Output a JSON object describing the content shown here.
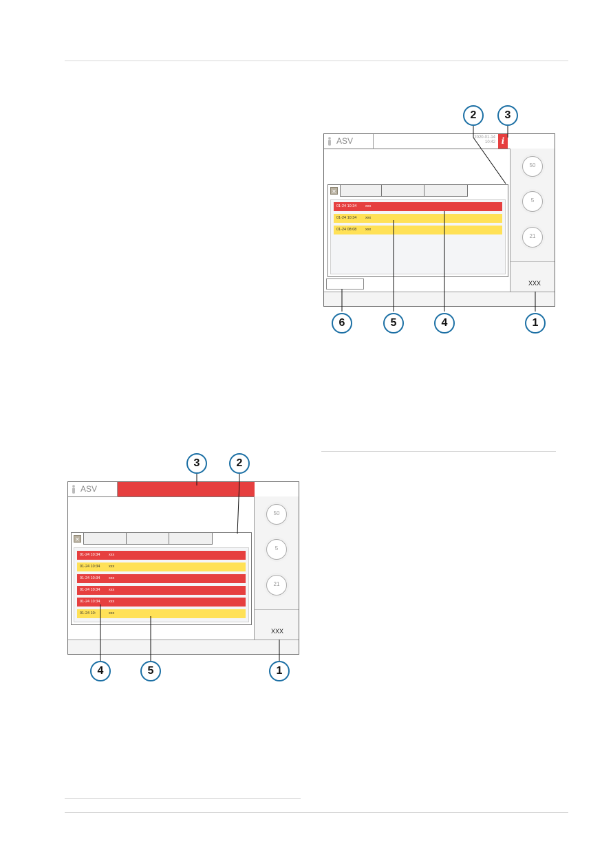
{
  "colors": {
    "alarm_red": "#e63f3f",
    "alarm_yellow": "#ffe157",
    "callout_blue": "#1b6fa4"
  },
  "figure_top": {
    "mode": "ASV",
    "date": "2020-01-14",
    "time": "10:42",
    "info_icon": "i",
    "knobs": [
      "50",
      "5",
      "21"
    ],
    "xxx_label": "XXX",
    "rows": [
      {
        "time": "01-24  10:34",
        "text": "xxx",
        "color": "red"
      },
      {
        "time": "01-24  10:34",
        "text": "xxx",
        "color": "yellow"
      },
      {
        "time": "01-24  08:08",
        "text": "xxx",
        "color": "yellow"
      }
    ],
    "callouts": [
      "2",
      "3",
      "6",
      "5",
      "4",
      "1"
    ]
  },
  "figure_bottom": {
    "mode": "ASV",
    "knobs": [
      "50",
      "5",
      "21"
    ],
    "xxx_label": "XXX",
    "rows": [
      {
        "time": "01-24  10:34",
        "text": "xxx",
        "color": "red"
      },
      {
        "time": "01-24  10:34",
        "text": "xxx",
        "color": "yellow"
      },
      {
        "time": "01-24  10:34",
        "text": "xxx",
        "color": "red"
      },
      {
        "time": "01-24  10:34",
        "text": "xxx",
        "color": "red"
      },
      {
        "time": "01-24  10:34",
        "text": "xxx",
        "color": "red"
      },
      {
        "time": "01-24  10:",
        "text": "xxx",
        "color": "yellow"
      }
    ],
    "callouts": [
      "3",
      "2",
      "4",
      "5",
      "1"
    ]
  }
}
